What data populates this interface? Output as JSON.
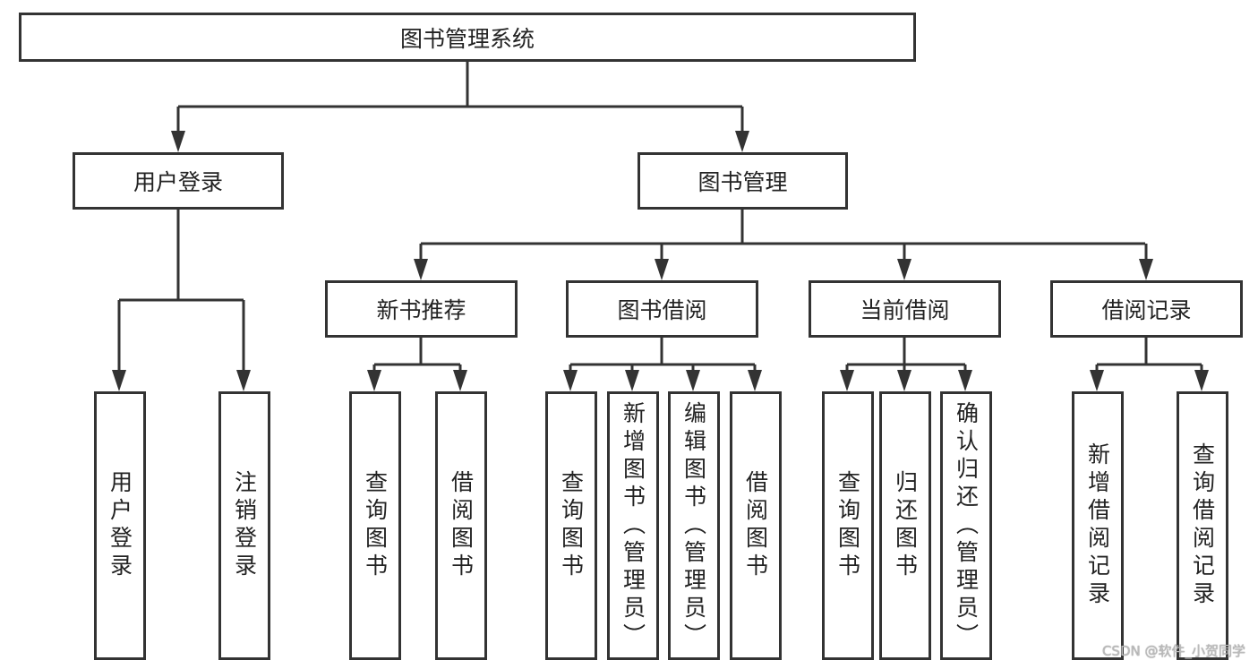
{
  "root": "图书管理系统",
  "level1": [
    {
      "label": "用户登录",
      "children": []
    },
    {
      "label": "图书管理",
      "children": []
    }
  ],
  "user_leaves": [
    "用户登录",
    "注销登录"
  ],
  "level2": [
    {
      "label": "新书推荐",
      "children": [
        "查询图书",
        "借阅图书"
      ]
    },
    {
      "label": "图书借阅",
      "children": [
        "查询图书",
        "新增图书（管理员）",
        "编辑图书（管理员）",
        "借阅图书"
      ]
    },
    {
      "label": "当前借阅",
      "children": [
        "查询图书",
        "归还图书",
        "确认归还（管理员）"
      ]
    },
    {
      "label": "借阅记录",
      "children": [
        "新增借阅记录",
        "查询借阅记录"
      ]
    }
  ],
  "watermark": "CSDN @软件_小贺同学",
  "colors": {
    "line": "#333333",
    "text": "#222222"
  }
}
